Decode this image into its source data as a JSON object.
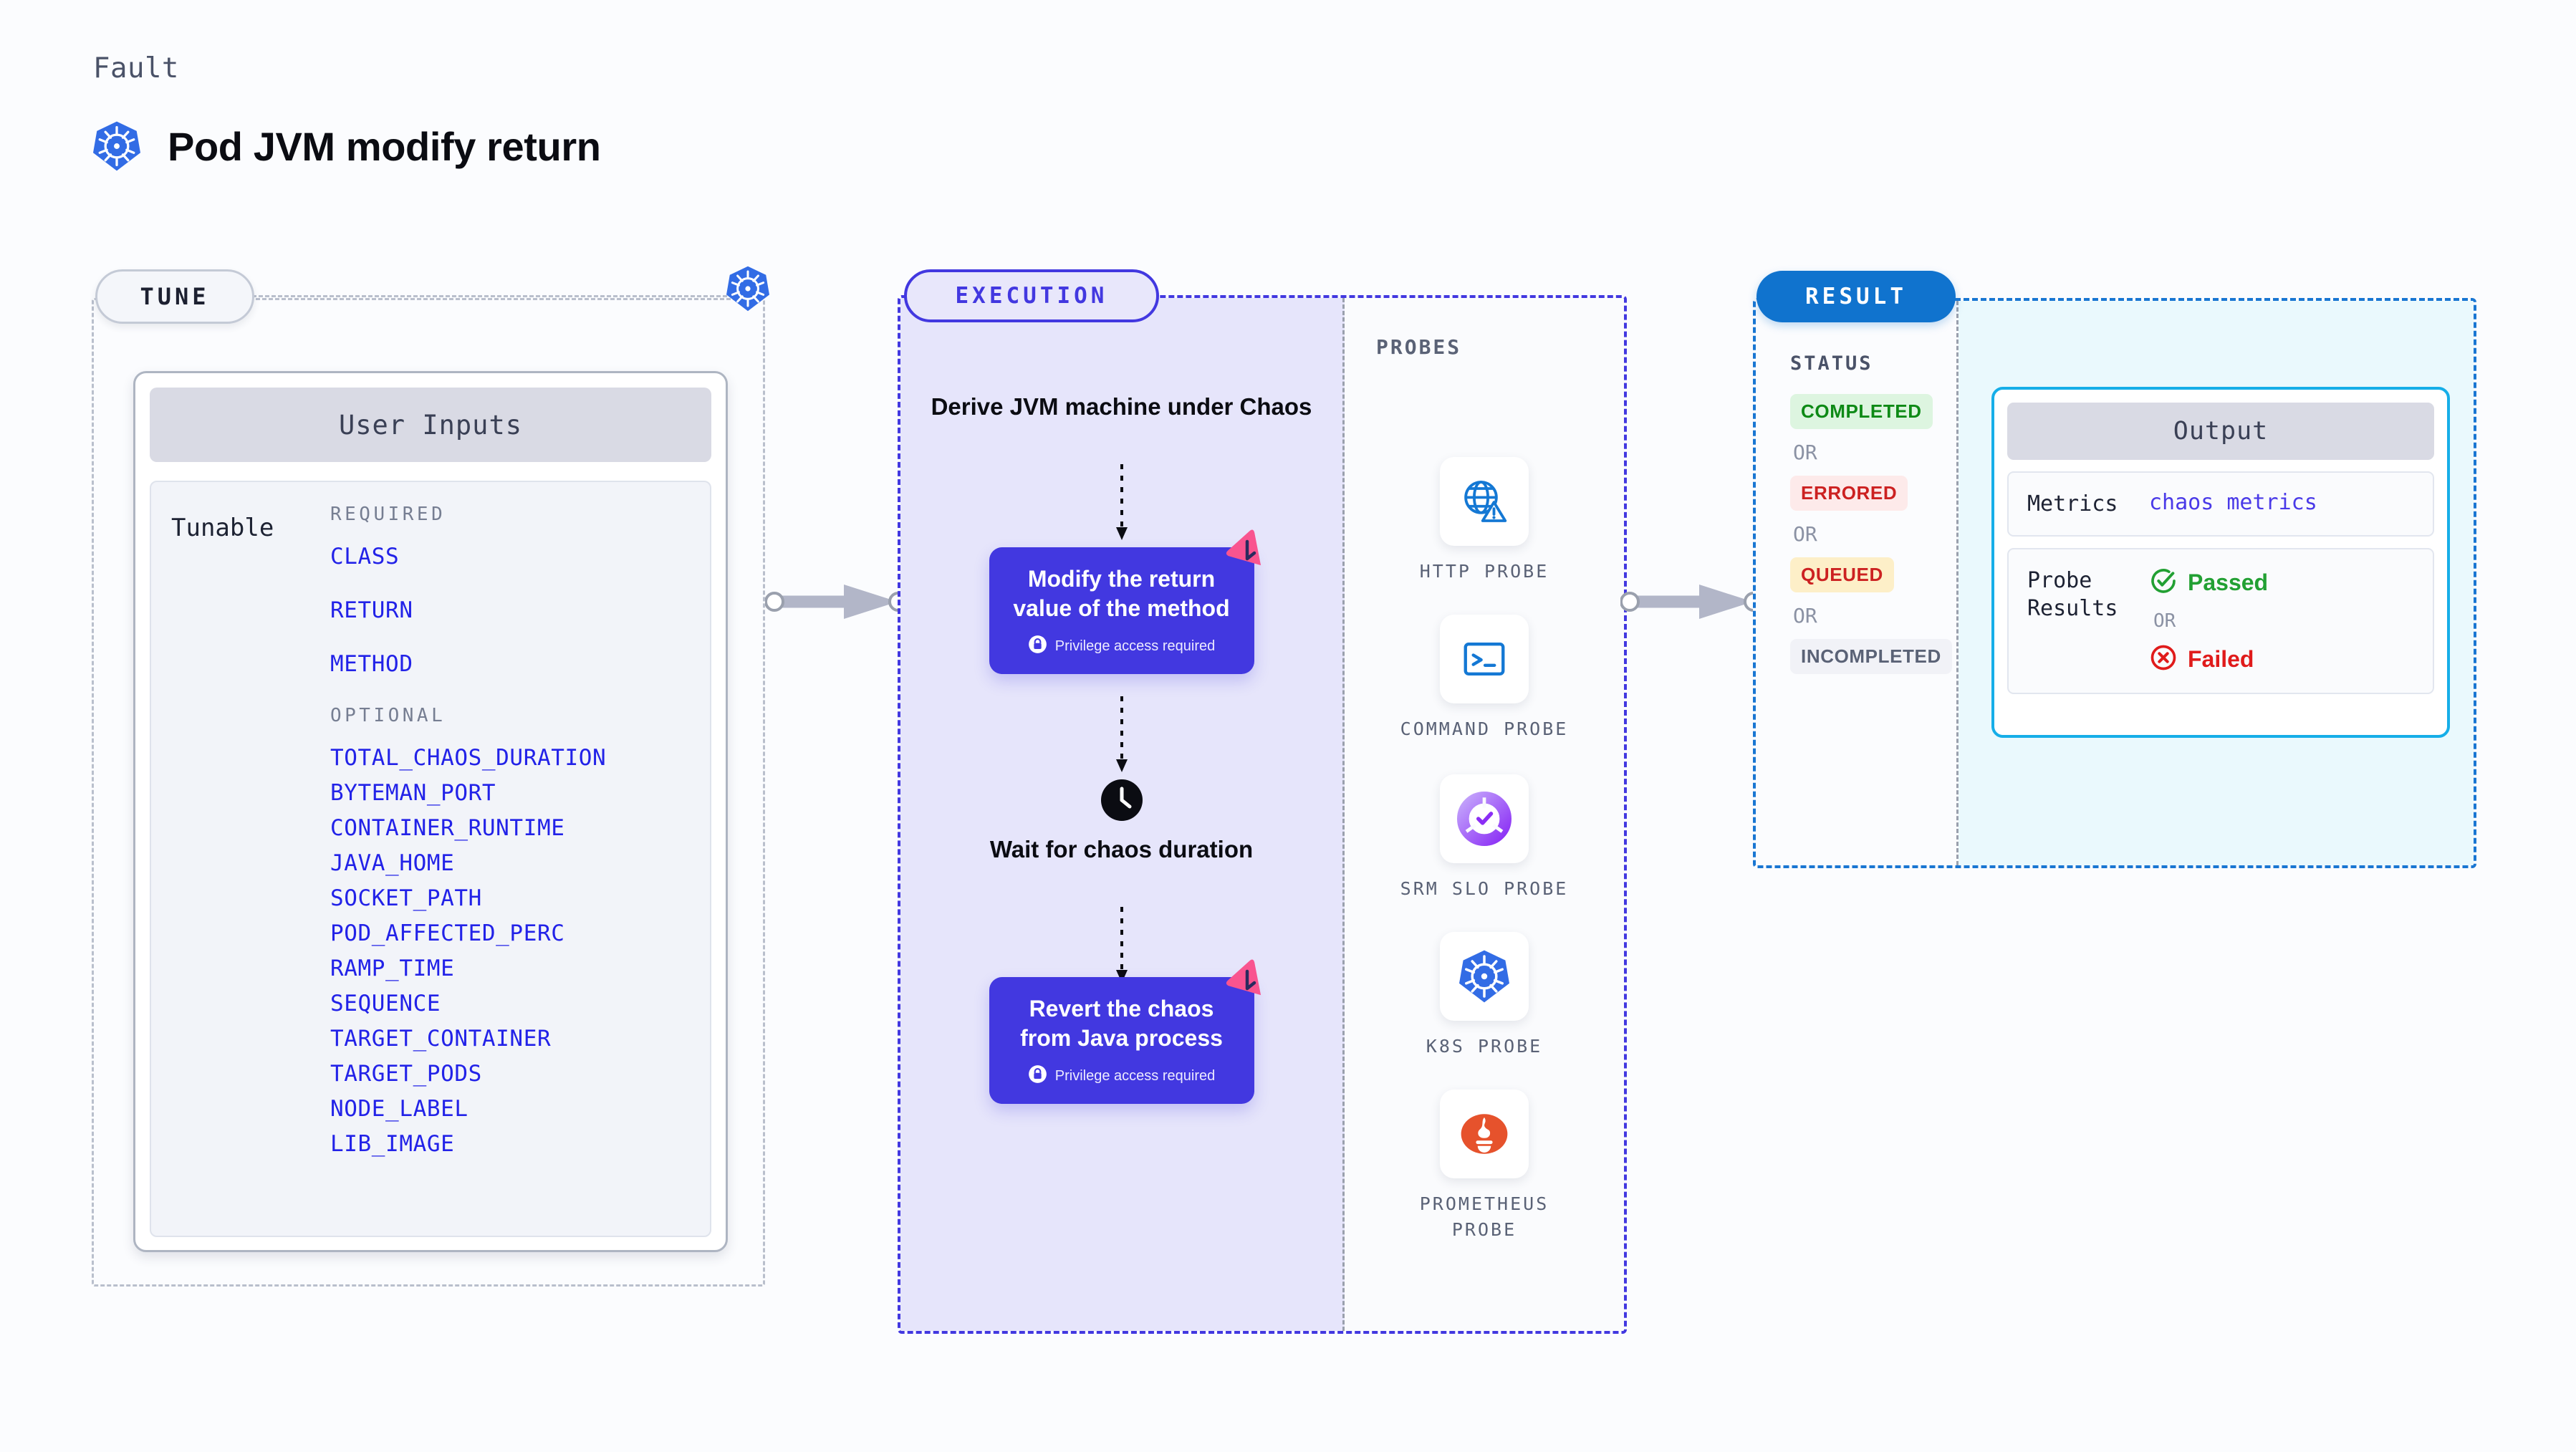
{
  "header": {
    "eyebrow": "Fault",
    "title": "Pod JVM modify return",
    "icon": "kubernetes-icon"
  },
  "tune": {
    "pill_label": "TUNE",
    "node_icon": "kubernetes-icon",
    "inputs_title": "User Inputs",
    "tunable_label": "Tunable",
    "required_label": "REQUIRED",
    "optional_label": "OPTIONAL",
    "required": [
      "CLASS",
      "RETURN",
      "METHOD"
    ],
    "optional": [
      "TOTAL_CHAOS_DURATION",
      "BYTEMAN_PORT",
      "CONTAINER_RUNTIME",
      "JAVA_HOME",
      "SOCKET_PATH",
      "POD_AFFECTED_PERC",
      "RAMP_TIME",
      "SEQUENCE",
      "TARGET_CONTAINER",
      "TARGET_PODS",
      "NODE_LABEL",
      "LIB_IMAGE"
    ]
  },
  "execution": {
    "pill_label": "EXECUTION",
    "step_title": "Derive JVM machine under Chaos",
    "cards": [
      {
        "title": "Modify the return value of the method",
        "privilege": "Privilege access required",
        "badge": "litmus-logo-icon",
        "lock": "lock-icon"
      },
      {
        "title": "Revert the chaos from Java process",
        "privilege": "Privilege access required",
        "badge": "litmus-logo-icon",
        "lock": "lock-icon"
      }
    ],
    "wait": {
      "icon": "clock-icon",
      "label": "Wait for chaos duration"
    }
  },
  "probes": {
    "title": "PROBES",
    "items": [
      {
        "label": "HTTP PROBE",
        "icon": "globe-warning-icon"
      },
      {
        "label": "COMMAND PROBE",
        "icon": "terminal-icon"
      },
      {
        "label": "SRM SLO PROBE",
        "icon": "slo-gauge-icon"
      },
      {
        "label": "K8S PROBE",
        "icon": "kubernetes-icon"
      },
      {
        "label": "PROMETHEUS PROBE",
        "icon": "prometheus-icon"
      }
    ]
  },
  "result": {
    "pill_label": "RESULT",
    "status_title": "STATUS",
    "or_label": "OR",
    "statuses": [
      {
        "label": "COMPLETED",
        "fg": "#0e8a16",
        "bg": "#ddf5e0"
      },
      {
        "label": "ERRORED",
        "fg": "#cc2121",
        "bg": "#fdeaea"
      },
      {
        "label": "QUEUED",
        "fg": "#cc2121",
        "bg": "#fdefc8"
      },
      {
        "label": "INCOMPLETED",
        "fg": "#5a6276",
        "bg": "#f1f2f7"
      }
    ],
    "output": {
      "title": "Output",
      "metrics_label": "Metrics",
      "metrics_value": "chaos metrics",
      "probe_results_label": "Probe Results",
      "passed_label": "Passed",
      "failed_label": "Failed",
      "or_label": "OR",
      "passed_icon": "check-circle-icon",
      "failed_icon": "x-circle-icon",
      "passed_color": "#22a033",
      "failed_color": "#e01b1b"
    }
  },
  "colors": {
    "accent_purple": "#4238e0",
    "accent_blue": "#1073ce",
    "accent_cyan": "#16aee8",
    "param_blue": "#2222e8",
    "k8s_blue": "#326ce5",
    "litmus_pink": "#f9548f"
  }
}
